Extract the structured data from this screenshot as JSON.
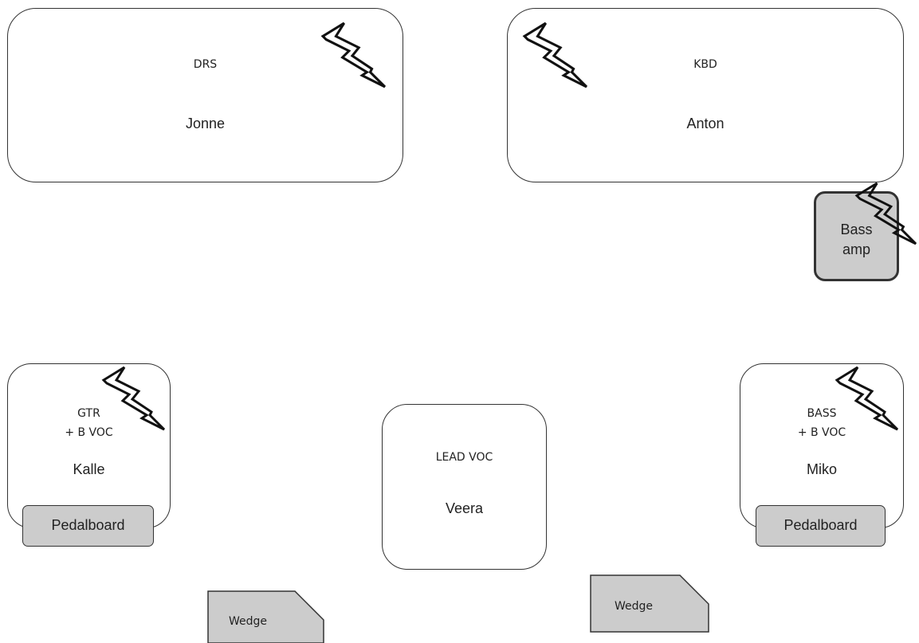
{
  "drums": {
    "role": "DRS",
    "name": "Jonne"
  },
  "keys": {
    "role": "KBD",
    "name": "Anton"
  },
  "guitar": {
    "role_line1": "GTR",
    "role_line2": "+ B VOC",
    "name": "Kalle",
    "pedalboard": "Pedalboard"
  },
  "lead": {
    "role": "LEAD VOC",
    "name": "Veera"
  },
  "bass": {
    "role_line1": "BASS",
    "role_line2": "+ B VOC",
    "name": "Miko",
    "pedalboard": "Pedalboard"
  },
  "bass_amp": {
    "line1": "Bass",
    "line2": "amp"
  },
  "wedge_left": "Wedge",
  "wedge_right": "Wedge",
  "icons": {
    "power": "lightning-bolt-icon"
  },
  "colors": {
    "stroke": "#333333",
    "fill_gray": "#cccccc",
    "background": "#ffffff"
  }
}
